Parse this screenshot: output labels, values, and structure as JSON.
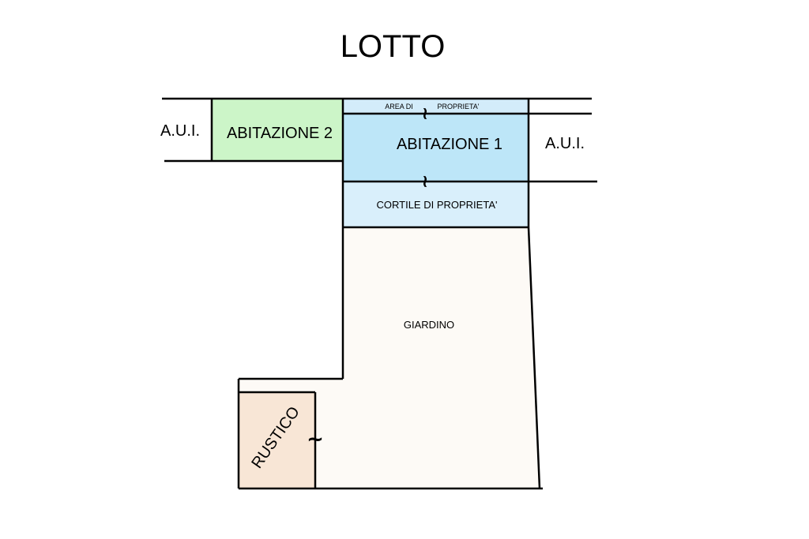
{
  "title": "LOTTO",
  "labels": {
    "aui_left": "A.U.I.",
    "aui_right": "A.U.I.",
    "abitazione_2": "ABITAZIONE 2",
    "abitazione_1": "ABITAZIONE 1",
    "area_di": "AREA DI",
    "proprieta": "PROPRIETA'",
    "cortile": "CORTILE DI PROPRIETA'",
    "giardino": "GIARDINO",
    "rustico": "RUSTICO"
  },
  "colors": {
    "abitazione_2_fill": "#ccf5c8",
    "abitazione_1_fill": "#bde6f8",
    "area_fill": "#d3ecfa",
    "cortile_fill": "#d9effb",
    "giardino_fill": "#fdfaf6",
    "rustico_fill": "#f8e6d6"
  },
  "symbols": {
    "connector": "~"
  }
}
